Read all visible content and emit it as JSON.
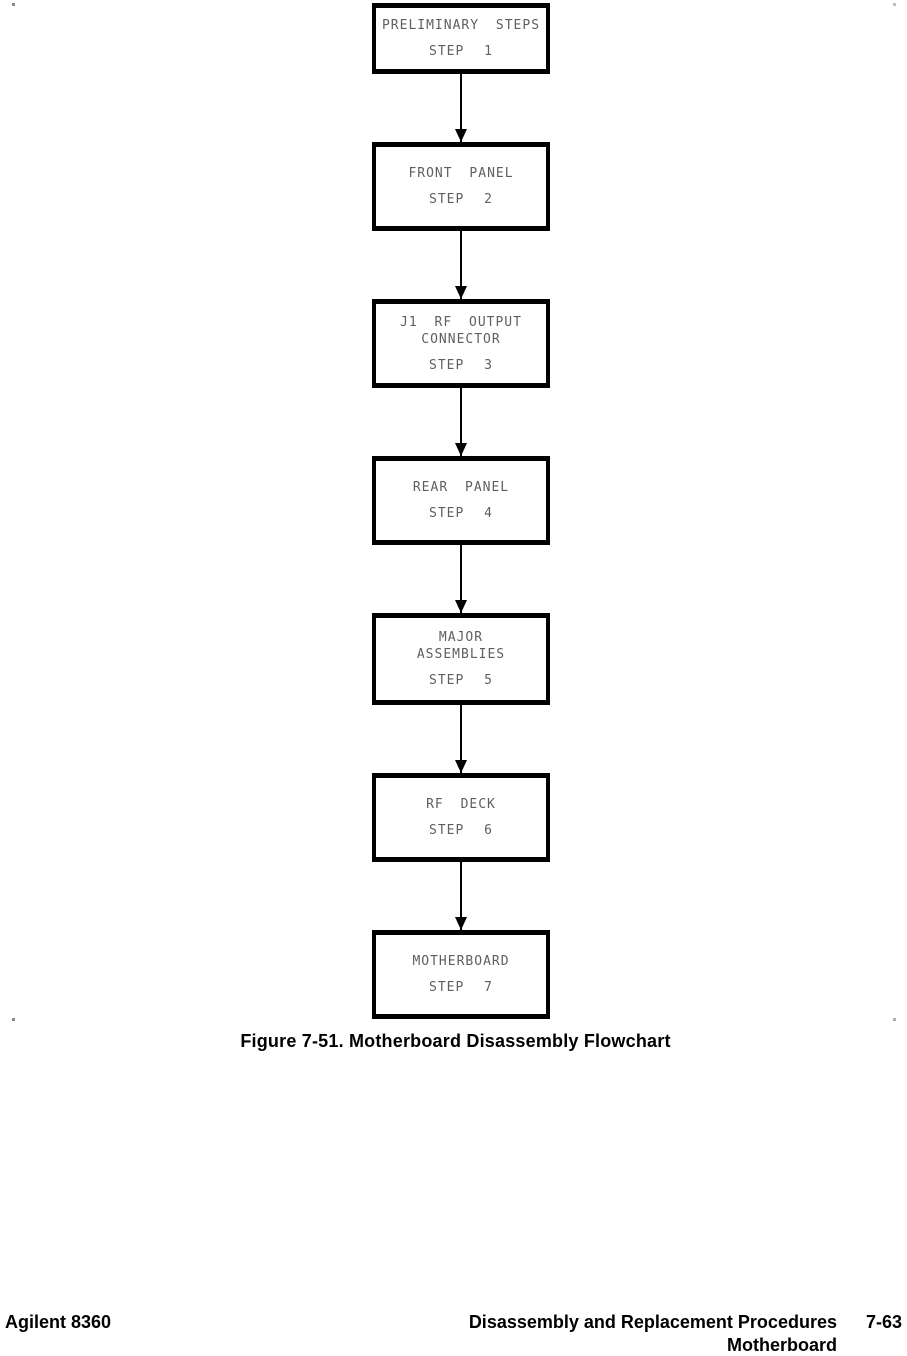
{
  "figure": {
    "caption": "Figure 7-51. Motherboard Disassembly Flowchart"
  },
  "flowchart": {
    "steps": [
      {
        "title": "PRELIMINARY STEPS",
        "step": "STEP 1"
      },
      {
        "title": "FRONT PANEL",
        "step": "STEP 2"
      },
      {
        "title": "J1 RF OUTPUT\nCONNECTOR",
        "step": "STEP 3"
      },
      {
        "title": "REAR PANEL",
        "step": "STEP 4"
      },
      {
        "title": "MAJOR\nASSEMBLIES",
        "step": "STEP 5"
      },
      {
        "title": "RF DECK",
        "step": "STEP 6"
      },
      {
        "title": "MOTHERBOARD",
        "step": "STEP 7"
      }
    ]
  },
  "footer": {
    "left": "Agilent 8360",
    "right_line1": "Disassembly and Replacement Procedures",
    "page_number": "7-63",
    "right_line2": "Motherboard"
  },
  "colors": {
    "box_border": "#000000",
    "box_text": "#5f5f5f",
    "caption_text": "#000000"
  }
}
